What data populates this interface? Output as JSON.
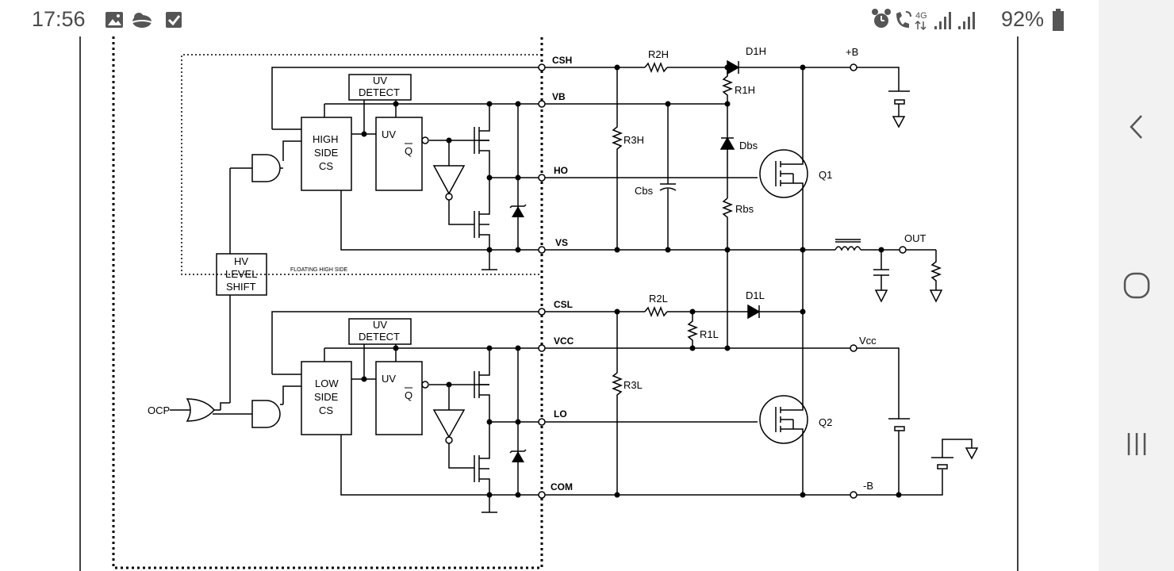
{
  "status": {
    "time": "17:56",
    "battery": "92%",
    "network": "4G",
    "icons_left": [
      "gallery-icon",
      "weather-icon",
      "checkbox-icon"
    ],
    "icons_right": [
      "alarm-icon",
      "wifi-call-icon",
      "network-4g-icon",
      "signal-1-icon",
      "signal-2-icon",
      "battery-icon"
    ]
  },
  "nav": {
    "icons": [
      "back-icon",
      "home-icon",
      "recents-icon"
    ]
  },
  "schematic": {
    "pins": {
      "csh": "CSH",
      "vb": "VB",
      "ho": "HO",
      "vs": "VS",
      "csl": "CSL",
      "vcc": "VCC",
      "lo": "LO",
      "com": "COM"
    },
    "blocks": {
      "uv_top": "UV",
      "detect_top": "DETECT",
      "high": "HIGH",
      "side_h": "SIDE",
      "cs_h": "CS",
      "uv_latch_h": "UV",
      "qbar_h": "Q",
      "hv": "HV",
      "level": "LEVEL",
      "shift": "SHIFT",
      "uv_bot": "UV",
      "detect_bot": "DETECT",
      "low": "LOW",
      "side_l": "SIDE",
      "cs_l": "CS",
      "uv_latch_l": "UV",
      "qbar_l": "Q",
      "floating": "FLOATING HIGH SIDE",
      "ocp": "OCP"
    },
    "components": {
      "r2h": "R2H",
      "d1h": "D1H",
      "r1h": "R1H",
      "plus_b": "+B",
      "r3h": "R3H",
      "cbs": "Cbs",
      "dbs": "Dbs",
      "rbs": "Rbs",
      "q1": "Q1",
      "out": "OUT",
      "r2l": "R2L",
      "d1l": "D1L",
      "r1l": "R1L",
      "vcc_label": "Vcc",
      "r3l": "R3L",
      "q2": "Q2",
      "minus_b": "-B"
    }
  }
}
